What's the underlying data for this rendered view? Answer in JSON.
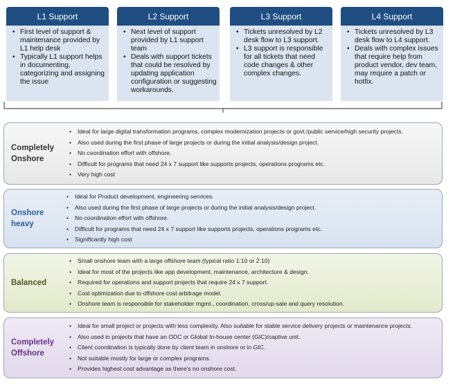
{
  "columns": [
    {
      "title": "L1 Support",
      "items": [
        "First level of support & maintenance provided by L1 help desk",
        "Typically L1 support helps in documenting, categorizing and assigning the issue"
      ]
    },
    {
      "title": "L2 Support",
      "items": [
        "Next level of support provided by L1 support team",
        "Deals with support tickets that could be resolved by updating application configuration or suggesting workarounds."
      ]
    },
    {
      "title": "L3 Support",
      "items": [
        "Tickets unresolved by L2 desk flow to L3 support.",
        "L3 support is responsible for all tickets that need code changes & other complex changes."
      ]
    },
    {
      "title": "L4 Support",
      "items": [
        "Tickets unresolved by L3 desk flow to L4 support.",
        "Deals with complex issues that require help from product vendor, dev team, may require a patch or hotfix."
      ]
    }
  ],
  "rows": [
    {
      "label_line1": "Completely",
      "label_line2": "Onshore",
      "items": [
        "Ideal for large digital transformation programs, complex modernization projects or govt./public service/high security projects.",
        "Also used during the first phase of large projects or during the initial analysis/design project.",
        "No coordination effort with offshore.",
        "Difficult for programs that need 24 x 7 support like supports projects, operations programs etc.",
        "Very high cost"
      ]
    },
    {
      "label_line1": "Onshore",
      "label_line2": "heavy",
      "items": [
        "Ideal for Product development, engineering services.",
        "Also used during the first phase of large projects or during the initial analysis/design project.",
        "No coordination effort with offshore.",
        "Difficult for programs that need 24 x 7 support like supports projects, operations programs etc.",
        "Significantly  high cost"
      ]
    },
    {
      "label_line1": "Balanced",
      "label_line2": "",
      "items": [
        "Small onshore team with a large offshore team (typical ratio 1:10 or 2:10)",
        "Ideal for most of the projects like app development, maintenance, architecture & design.",
        "Required for operations and support projects that require 24 x 7 support.",
        "Cost optimization due to offshore cost arbitrage model.",
        "Onshore team  is responsible for stakeholder mgmt., coordination,  cross/up-sale and query resolution."
      ]
    },
    {
      "label_line1": "Completely",
      "label_line2": "Offshore",
      "items": [
        "Ideal for small project or projects with less complexity. Also suitable for stable service delivery projects or maintenance projects.",
        "Also used in projects that have an ODC or Global In-house center (GIC)/captive unit.",
        "Client coordination is typically done by client team in onshore or in GIC.",
        "Not suitable mostly for large or complex programs.",
        "Provides highest cost advantage as there's no onshore cost."
      ]
    }
  ]
}
